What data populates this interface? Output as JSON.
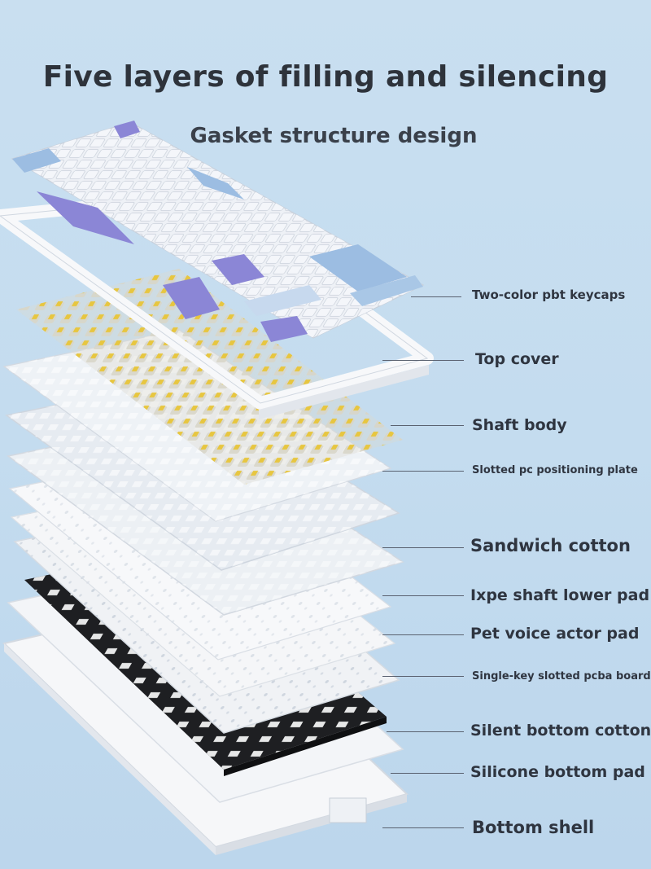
{
  "header": {
    "title": "Five layers of filling and silencing",
    "subtitle": "Gasket structure design"
  },
  "layers": [
    {
      "label": "Two-color pbt keycaps"
    },
    {
      "label": "Top cover"
    },
    {
      "label": "Shaft body"
    },
    {
      "label": "Slotted pc positioning plate"
    },
    {
      "label": "Sandwich cotton"
    },
    {
      "label": "Ixpe shaft lower pad"
    },
    {
      "label": "Pet voice actor pad"
    },
    {
      "label": "Single-key slotted pcba board"
    },
    {
      "label": "Silent bottom cotton"
    },
    {
      "label": "Silicone bottom pad"
    },
    {
      "label": "Bottom shell"
    }
  ],
  "colors": {
    "background": "#c6ddef",
    "keycap_white": "#f2f4f8",
    "keycap_blue": "#8fb4dc",
    "keycap_purple": "#8b86d6",
    "switch_yellow": "#e8c94a",
    "pcb_black": "#1e1f22"
  }
}
